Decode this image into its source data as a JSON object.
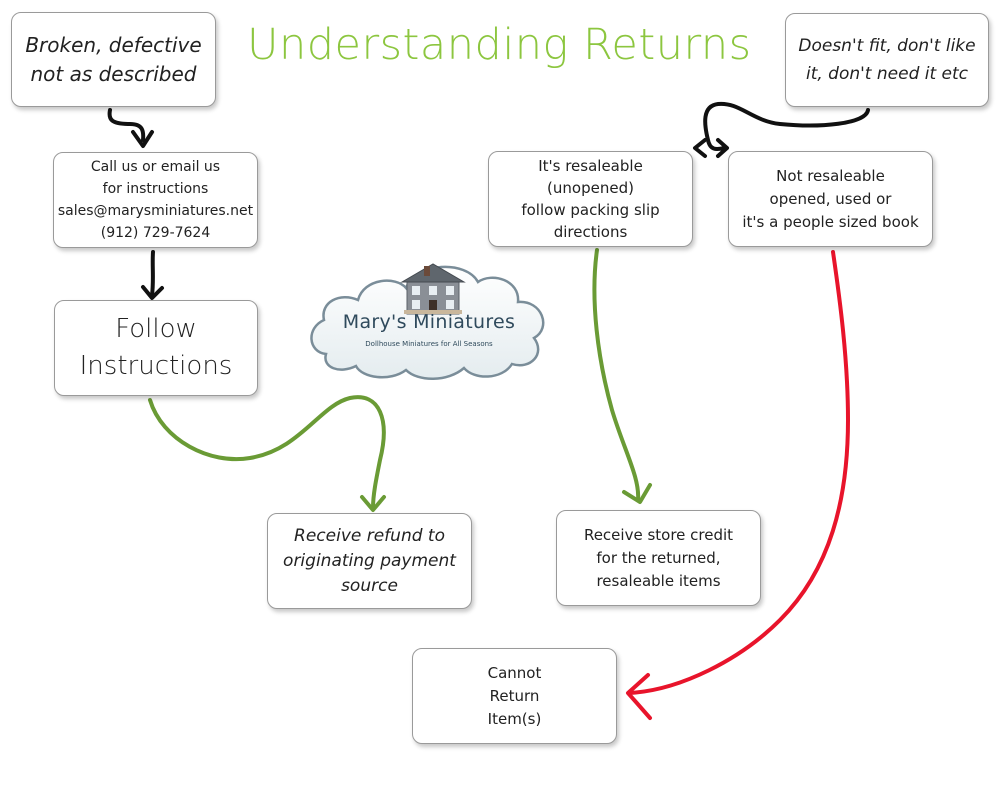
{
  "title": "Understanding Returns",
  "colors": {
    "title": "#8cc63f",
    "green_arrow": "#6a9b35",
    "red_arrow": "#e8142b",
    "black_arrow": "#111111"
  },
  "nodes": {
    "broken": {
      "lines": [
        "Broken, defective",
        "not as described"
      ]
    },
    "doesnt_fit": {
      "lines": [
        "Doesn't fit, don't like",
        "it, don't need it etc"
      ]
    },
    "call_us": {
      "lines": [
        "Call us or email us",
        "for instructions",
        "sales@marysminiatures.net",
        "(912) 729-7624"
      ]
    },
    "follow": {
      "lines": [
        "Follow",
        "Instructions"
      ]
    },
    "resaleable": {
      "lines": [
        "It's resaleable",
        "(unopened)",
        "follow packing slip",
        "directions"
      ]
    },
    "not_resaleable": {
      "lines": [
        "Not resaleable",
        "opened, used or",
        "it's a people sized book"
      ]
    },
    "refund": {
      "lines": [
        "Receive refund to",
        "originating payment",
        "source"
      ]
    },
    "store_credit": {
      "lines": [
        "Receive store credit",
        "for the returned,",
        "resaleable items"
      ]
    },
    "cannot_return": {
      "lines": [
        "Cannot",
        "Return",
        "Item(s)"
      ]
    }
  },
  "logo": {
    "name": "Mary's Miniatures",
    "tagline": "Dollhouse Miniatures for All Seasons",
    "icon": "dollhouse-icon"
  }
}
